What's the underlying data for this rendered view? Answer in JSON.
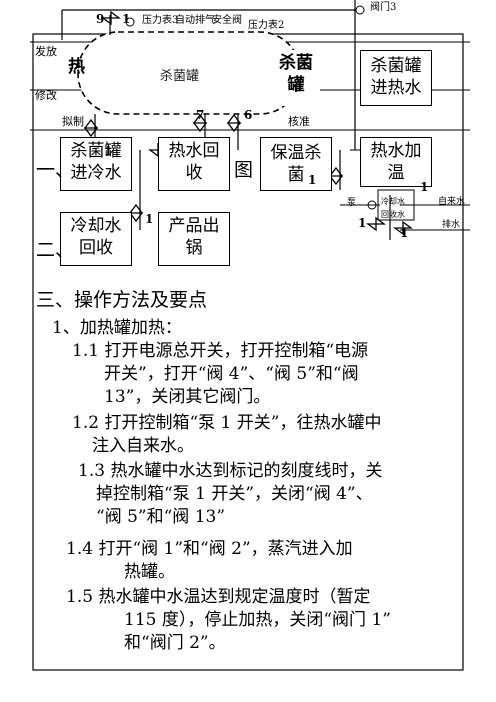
{
  "diagram": {
    "tank_label": "杀菌罐",
    "box_sterilizer_tank": "杀菌罐",
    "box_sterilizer_hot_in": [
      "杀菌罐",
      "进热水"
    ],
    "box_sterilizer_cold_in": [
      "杀菌罐",
      "进冷水"
    ],
    "box_hot_water_return": [
      "热水回",
      "收"
    ],
    "box_insulated_sterilize": [
      "保温杀",
      "菌"
    ],
    "box_hot_water_heat": [
      "热水加",
      "温"
    ],
    "box_cooling_water_return": [
      "冷却水",
      "回收"
    ],
    "box_product_out": [
      "产品出",
      "锅"
    ],
    "pressure_gauge_3": "压力表3",
    "auto_vent": "自动排气",
    "safety_valve": "安全阀",
    "pressure_gauge_2": "压力表2",
    "valve_door_3": "阀门3",
    "left_labels": [
      "发放",
      "修改",
      "拟制"
    ],
    "right_label_approve": "核准",
    "tap_water": "自来水",
    "drain": "排水",
    "cooling_water": "冷却水",
    "return_water": "回收水",
    "pump": "泵",
    "partial_title_left": "热",
    "partial_title_hidden": "一、",
    "partial_title_hidden_2": "二、",
    "partial_figure": "图",
    "valve_numbers": {
      "v9": "9",
      "v1a": "1",
      "v7": "7",
      "v6": "6",
      "v1b": "1",
      "v1c": "1",
      "v1d": "1",
      "v1e": "1",
      "v1f": "1",
      "v1g": "1"
    }
  },
  "doc": {
    "section3_title": "三、操作方法及要点",
    "sub1": "1、加热罐加热：",
    "p11": [
      "1.1 打开电源总开关，打开控制箱“电源",
      "开关”，打开“阀 4”、“阀 5”和“阀",
      "13”，关闭其它阀门。"
    ],
    "p12": [
      "1.2 打开控制箱“泵 1 开关”，往热水罐中",
      "注入自来水。"
    ],
    "p13": [
      "1.3 热水罐中水达到标记的刻度线时，关",
      "掉控制箱“泵 1 开关”，关闭“阀 4”、",
      "“阀 5”和“阀 13”"
    ],
    "p14": [
      "1.4 打开“阀 1”和“阀 2”，蒸汽进入加",
      "热罐。"
    ],
    "p15": [
      "1.5  热水罐中水温达到规定温度时（暂定",
      "115 度），停止加热，关闭“阀门 1”",
      "和“阀门 2”。"
    ]
  }
}
